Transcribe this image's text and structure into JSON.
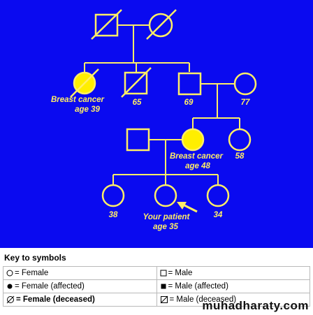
{
  "pedigree": {
    "labels": {
      "maternal_aunt": [
        "Breast cancer",
        "age 39"
      ],
      "maternal_uncle": "65",
      "grandfather_paternal_son": "69",
      "partner_age": "77",
      "mother": [
        "Breast cancer",
        "age 48"
      ],
      "mother_sister": "58",
      "sister": "38",
      "patient": [
        "Your patient",
        "age 35"
      ],
      "brother": "34"
    },
    "colors": {
      "background": "#0a0af0",
      "line": "#ffee66",
      "affected_fill": "#ffee00"
    }
  },
  "key": {
    "title": "Key to symbols",
    "rows": [
      {
        "left": "= Female",
        "right": "= Male"
      },
      {
        "left": "= Female (affected)",
        "right": "= Male (affected)"
      },
      {
        "left": "= Female (deceased)",
        "right": "= Male (deceased)"
      }
    ]
  },
  "watermark": "muhadharaty.com"
}
